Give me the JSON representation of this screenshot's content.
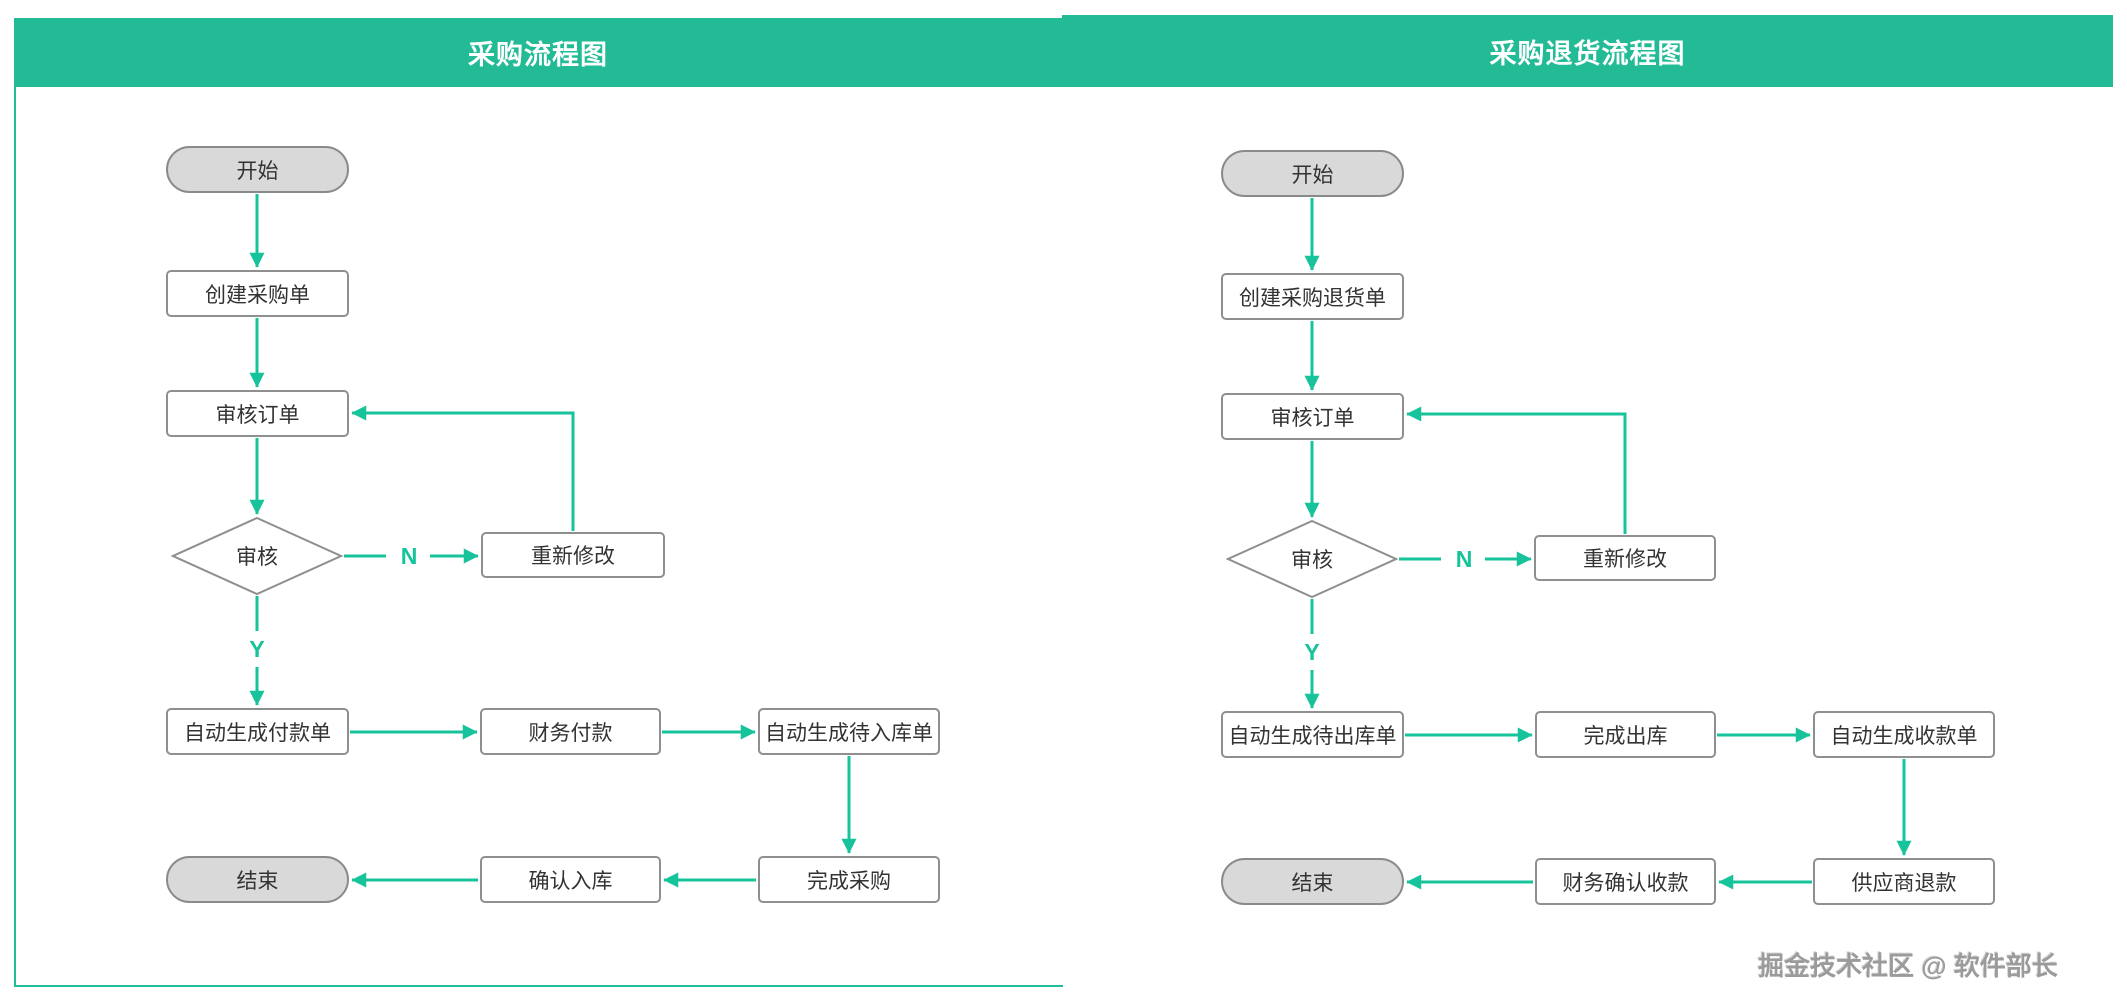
{
  "page": {
    "watermark": "掘金技术社区 @ 软件部长"
  },
  "colors": {
    "header-bg": "#22bb96",
    "arrow": "#16c39a",
    "node-border": "#8f8f8f",
    "node-bg": "#ffffff",
    "terminal-bg": "#d9d9d9",
    "terminal-border": "#8a8a8a",
    "label": "#16c39a",
    "node-text": "#333333",
    "watermark-text": "#9b9b9b",
    "panel-border": "#1fbd9a"
  },
  "left_chart": {
    "title": "采购流程图",
    "nodes": {
      "start": "开始",
      "create_po": "创建采购单",
      "review_order": "审核订单",
      "review_decision": "审核",
      "revise": "重新修改",
      "auto_payment": "自动生成付款单",
      "finance_pay": "财务付款",
      "auto_inbound": "自动生成待入库单",
      "complete_purchase": "完成采购",
      "confirm_inbound": "确认入库",
      "end": "结束"
    },
    "edge_labels": {
      "no": "N",
      "yes": "Y"
    }
  },
  "right_chart": {
    "title": "采购退货流程图",
    "nodes": {
      "start": "开始",
      "create_return": "创建采购退货单",
      "review_order": "审核订单",
      "review_decision": "审核",
      "revise": "重新修改",
      "auto_outbound": "自动生成待出库单",
      "complete_outbound": "完成出库",
      "auto_receipt": "自动生成收款单",
      "supplier_refund": "供应商退款",
      "finance_confirm": "财务确认收款",
      "end": "结束"
    },
    "edge_labels": {
      "no": "N",
      "yes": "Y"
    }
  }
}
